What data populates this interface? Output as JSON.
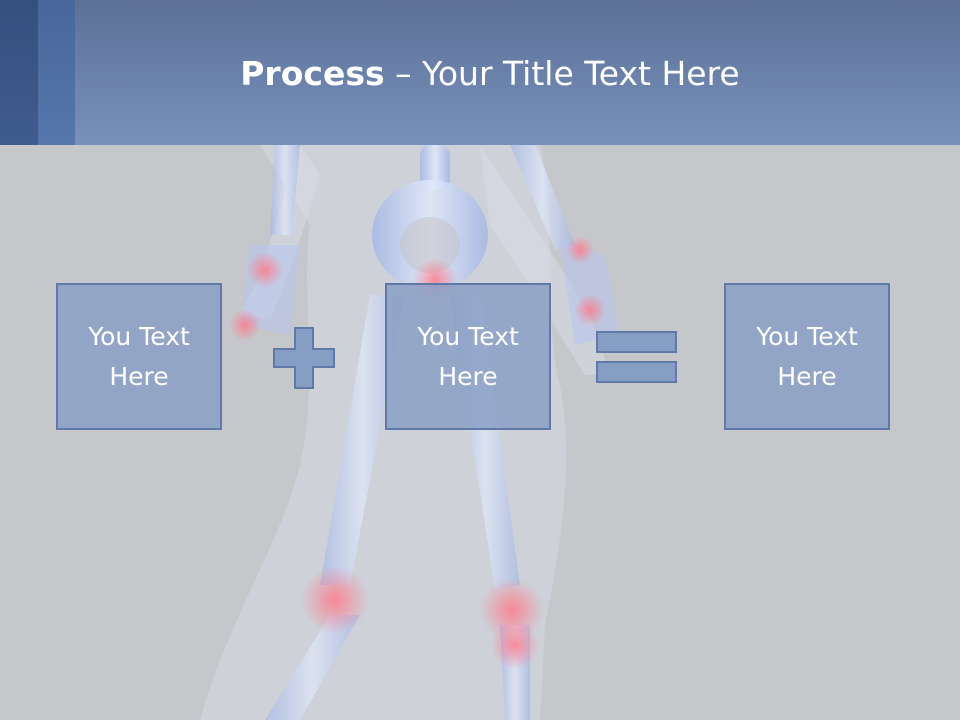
{
  "slide": {
    "title_bold": "Process",
    "title_rest": " – Your Title Text Here",
    "boxes": [
      {
        "text": "You Text Here"
      },
      {
        "text": "You Text Here"
      },
      {
        "text": "You Text Here"
      }
    ],
    "operators": [
      "plus",
      "equals"
    ]
  },
  "colors": {
    "header": "#6b82ab",
    "box_fill": "#879ec4",
    "box_border": "#5f7aa8",
    "background": "#c6c7cb"
  }
}
